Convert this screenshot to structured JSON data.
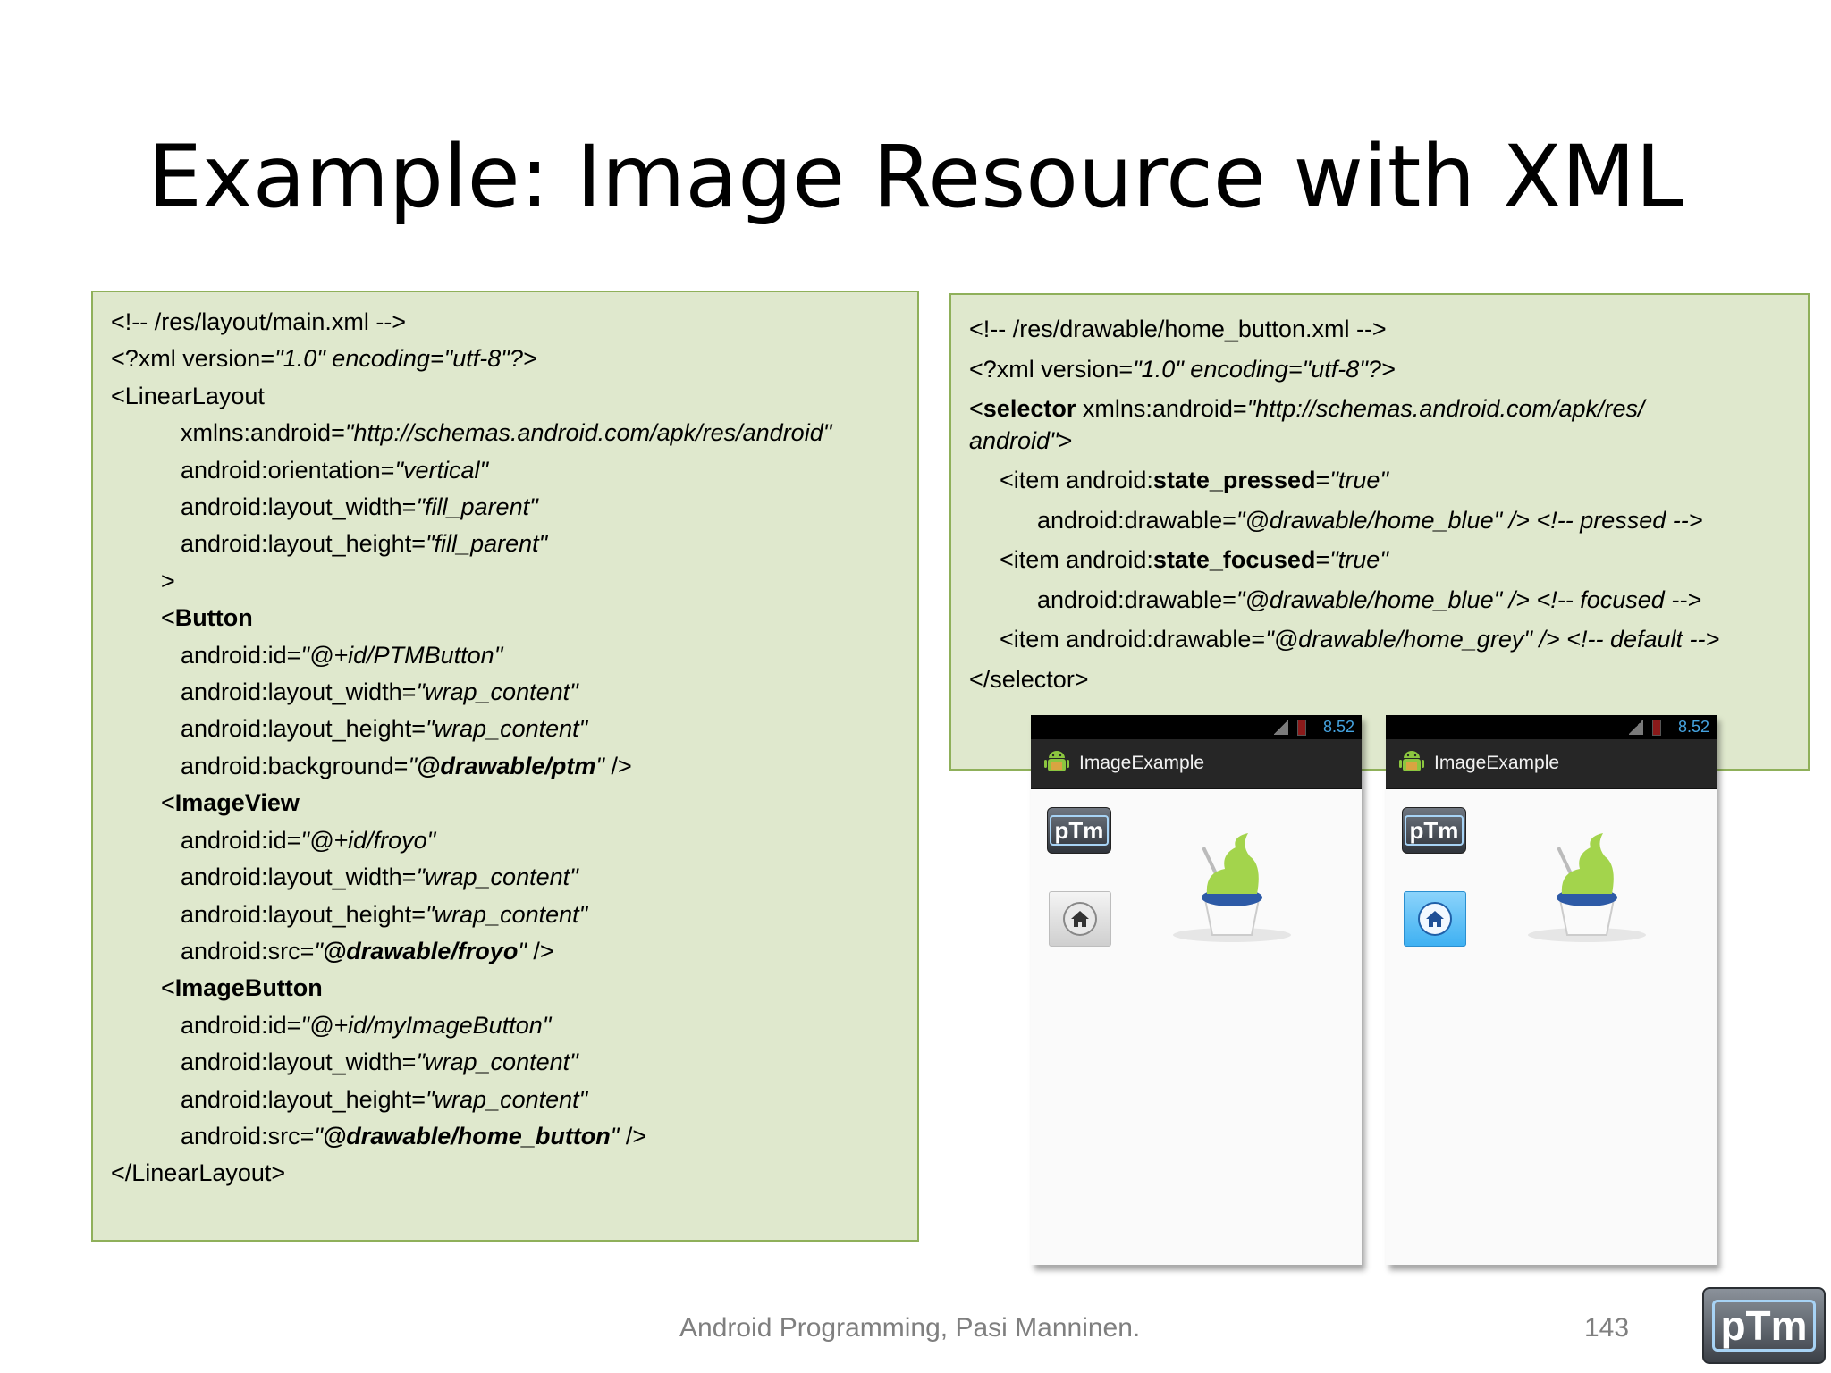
{
  "slide": {
    "title": "Example: Image Resource with XML",
    "footer": "Android Programming, Pasi Manninen.",
    "page_number": "143",
    "logo_text": "pTm"
  },
  "left_code": {
    "l1": "<!-- /res/layout/main.xml -->",
    "l2a": "<?xml version=",
    "l2b": "\"1.0\" encoding=\"utf-8\"?>",
    "l3": "<LinearLayout",
    "l4a": "xmlns:android=",
    "l4b": "\"http://schemas.android.com/apk/res/android\"",
    "l5a": "android:orientation=",
    "l5b": "\"vertical\"",
    "l6a": "android:layout_width=",
    "l6b": "\"fill_parent\"",
    "l7a": "android:layout_height=",
    "l7b": "\"fill_parent\"",
    "l8": ">",
    "l9a": "<",
    "l9b": "Button",
    "l10a": "android:id=",
    "l10b": "\"@+id/PTMButton\"",
    "l11a": "android:layout_width=",
    "l11b": "\"wrap_content\"",
    "l12a": "android:layout_height=",
    "l12b": "\"wrap_content\"",
    "l13a": "android:background=",
    "l13b": "\"",
    "l13c": "@drawable/ptm",
    "l13d": "\"",
    "l13e": " />",
    "l14a": "<",
    "l14b": "ImageView",
    "l15a": "android:id=",
    "l15b": "\"@+id/froyo\"",
    "l16a": "android:layout_width=",
    "l16b": "\"wrap_content\"",
    "l17a": "android:layout_height=",
    "l17b": "\"wrap_content\"",
    "l18a": "android:src=",
    "l18b": "\"",
    "l18c": "@drawable/froyo",
    "l18d": "\"",
    "l18e": " />",
    "l19a": "<",
    "l19b": "ImageButton",
    "l20a": "android:id=",
    "l20b": "\"@+id/myImageButton\"",
    "l21a": "android:layout_width=",
    "l21b": "\"wrap_content\"",
    "l22a": "android:layout_height=",
    "l22b": "\"wrap_content\"",
    "l23a": "android:src=",
    "l23b": "\"",
    "l23c": "@drawable/home_button",
    "l23d": "\"",
    "l23e": " />",
    "l24": "</LinearLayout>"
  },
  "right_code": {
    "l1": "<!-- /res/drawable/home_button.xml -->",
    "l2a": "<?xml version=",
    "l2b": "\"1.0\" encoding=\"utf-8\"?>",
    "l3a": "<",
    "l3b": "selector",
    "l3c": " xmlns:android=",
    "l3d": "\"http://schemas.android.com/apk/res/",
    "l3e": "android\"",
    "l3f": ">",
    "l4a": "<item android:",
    "l4b": "state_pressed",
    "l4c": "=",
    "l4d": "\"true\"",
    "l5a": "android:drawable=",
    "l5b": "\"@drawable/home_blue\" /> <!-- pressed -->",
    "l6a": "<item android:",
    "l6b": "state_focused",
    "l6c": "=",
    "l6d": "\"true\"",
    "l7a": "android:drawable=",
    "l7b": "\"@drawable/home_blue\" /> <!-- focused -->",
    "l8a": "<item android:drawable=",
    "l8b": "\"@drawable/home_grey\" /> <!-- default -->",
    "l9": "</selector>"
  },
  "phones": [
    {
      "status_time": "8.52",
      "app_title": "ImageExample",
      "button_logo": "pTm",
      "home_button_state": "default (grey)"
    },
    {
      "status_time": "8.52",
      "app_title": "ImageExample",
      "button_logo": "pTm",
      "home_button_state": "pressed (blue)"
    }
  ],
  "icons": [
    "android-icon",
    "signal-icon",
    "battery-icon",
    "home-icon",
    "froyo-icon",
    "ptm-logo"
  ],
  "colors": {
    "code_background": "#dfe8cd",
    "code_border": "#8fb05a",
    "status_clock": "#45a3e0",
    "home_pressed": "#3fb1f2"
  }
}
